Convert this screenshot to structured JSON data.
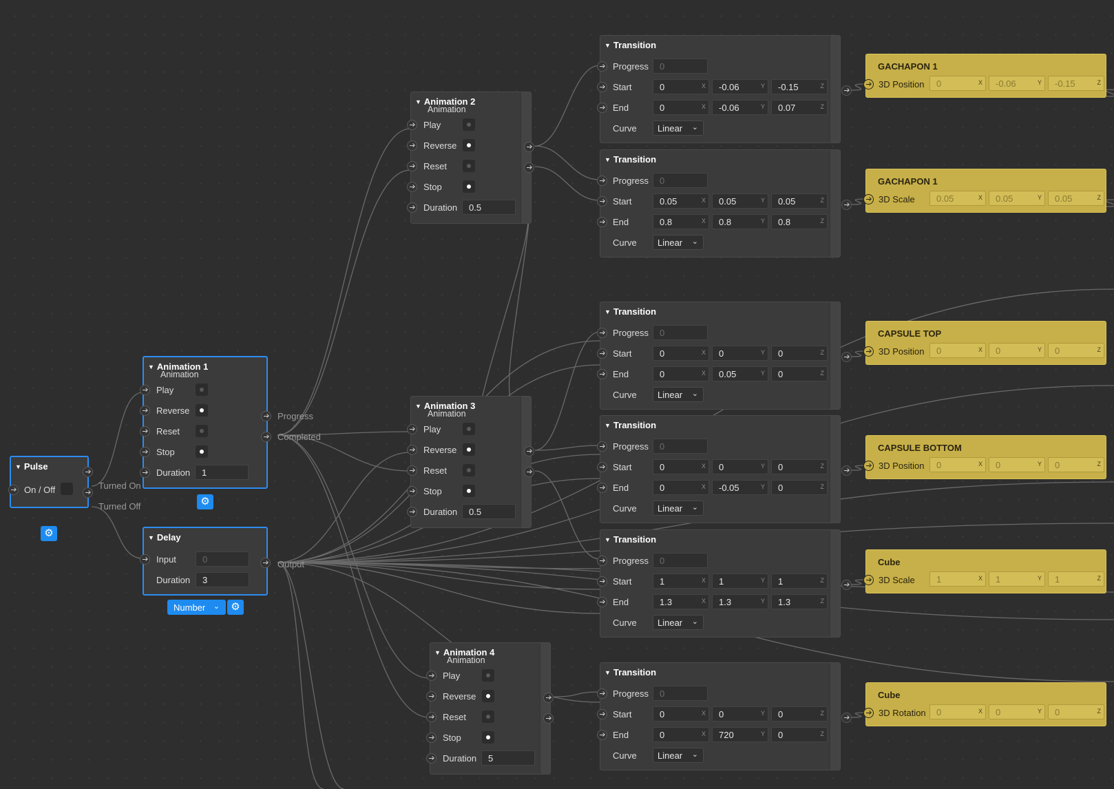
{
  "common": {
    "play": "Play",
    "reverse": "Reverse",
    "reset": "Reset",
    "stop": "Stop",
    "duration": "Duration",
    "progress": "Progress",
    "start": "Start",
    "end": "End",
    "curve": "Curve",
    "x": "X",
    "y": "Y",
    "z": "Z",
    "animation": "Animation"
  },
  "pulse": {
    "title": "Pulse",
    "on_off": "On / Off",
    "turned_on": "Turned On",
    "turned_off": "Turned Off"
  },
  "anim1": {
    "title": "Animation 1",
    "subtitle": "Animation",
    "duration": "1",
    "progress_out": "Progress",
    "completed_out": "Completed"
  },
  "delay": {
    "title": "Delay",
    "input_label": "Input",
    "input": "0",
    "duration_label": "Duration",
    "duration": "3",
    "output": "Output",
    "type": "Number"
  },
  "anim2": {
    "title": "Animation 2",
    "subtitle": "Animation",
    "duration": "0.5"
  },
  "anim3": {
    "title": "Animation 3",
    "subtitle": "Animation",
    "duration": "0.5"
  },
  "anim4": {
    "title": "Animation 4",
    "subtitle": "Animation",
    "duration": "5"
  },
  "transitions": [
    {
      "title": "Transition",
      "progress": "0",
      "start": [
        "0",
        "-0.06",
        "-0.15"
      ],
      "end": [
        "0",
        "-0.06",
        "0.07"
      ],
      "curve": "Linear"
    },
    {
      "title": "Transition",
      "progress": "0",
      "start": [
        "0.05",
        "0.05",
        "0.05"
      ],
      "end": [
        "0.8",
        "0.8",
        "0.8"
      ],
      "curve": "Linear"
    },
    {
      "title": "Transition",
      "progress": "0",
      "start": [
        "0",
        "0",
        "0"
      ],
      "end": [
        "0",
        "0.05",
        "0"
      ],
      "curve": "Linear"
    },
    {
      "title": "Transition",
      "progress": "0",
      "start": [
        "0",
        "0",
        "0"
      ],
      "end": [
        "0",
        "-0.05",
        "0"
      ],
      "curve": "Linear"
    },
    {
      "title": "Transition",
      "progress": "0",
      "start": [
        "1",
        "1",
        "1"
      ],
      "end": [
        "1.3",
        "1.3",
        "1.3"
      ],
      "curve": "Linear"
    },
    {
      "title": "Transition",
      "progress": "0",
      "start": [
        "0",
        "0",
        "0"
      ],
      "end": [
        "0",
        "720",
        "0"
      ],
      "curve": "Linear"
    }
  ],
  "patches": [
    {
      "title": "GACHAPON 1",
      "prop": "3D Position",
      "values": [
        "0",
        "-0.06",
        "-0.15"
      ]
    },
    {
      "title": "GACHAPON 1",
      "prop": "3D Scale",
      "values": [
        "0.05",
        "0.05",
        "0.05"
      ]
    },
    {
      "title": "CAPSULE TOP",
      "prop": "3D Position",
      "values": [
        "0",
        "0",
        "0"
      ]
    },
    {
      "title": "CAPSULE BOTTOM",
      "prop": "3D Position",
      "values": [
        "0",
        "0",
        "0"
      ]
    },
    {
      "title": "Cube",
      "prop": "3D Scale",
      "values": [
        "1",
        "1",
        "1"
      ]
    },
    {
      "title": "Cube",
      "prop": "3D Rotation",
      "values": [
        "0",
        "0",
        "0"
      ]
    }
  ],
  "icons": {
    "triangle": "disclosure-triangle-icon",
    "gear": "gear-icon",
    "arrow": "arrow-right-icon",
    "chevron": "chevron-down-icon"
  }
}
